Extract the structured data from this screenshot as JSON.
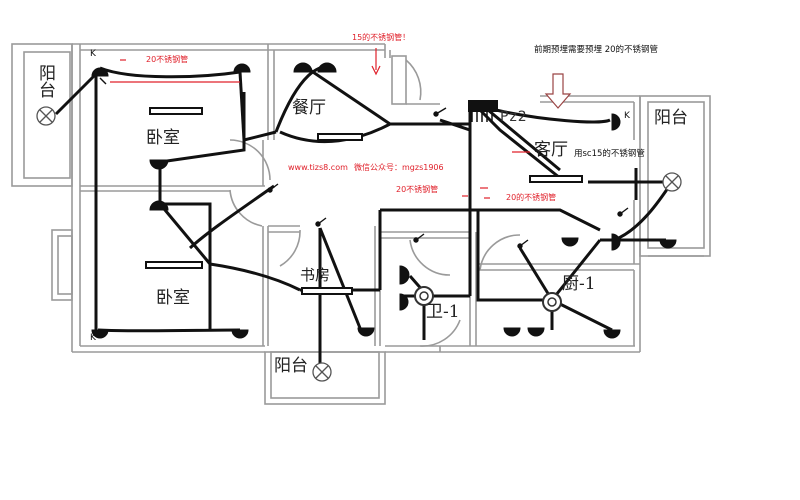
{
  "rooms": {
    "balcony_left": "阳台",
    "bedroom_top": "卧室",
    "dining": "餐厅",
    "living": "客厅",
    "balcony_right": "阳台",
    "bedroom_bottom": "卧室",
    "study": "书房",
    "bathroom": "卫-1",
    "kitchen": "厨-1",
    "balcony_bottom": "阳台"
  },
  "panel_label": "Pz2",
  "switch_letter": "K",
  "notes": {
    "pipe_15": "15的不锈钢管！",
    "pipe_20_top": "20不锈钢管",
    "pre_embed": "前期预埋需要预埋 20的不锈钢管",
    "sc15": "用sc15的不锈钢管",
    "website": "www.tizs8.com",
    "wechat": "微信公众号：mgzs1906",
    "pipe_20_mid": "20不锈钢管",
    "pipe_20_right": "20的不锈钢管"
  },
  "colors": {
    "wall": "#9a9a9a",
    "wire": "#111111",
    "annotation": "#e0202a",
    "arrow": "#e06a6a"
  }
}
